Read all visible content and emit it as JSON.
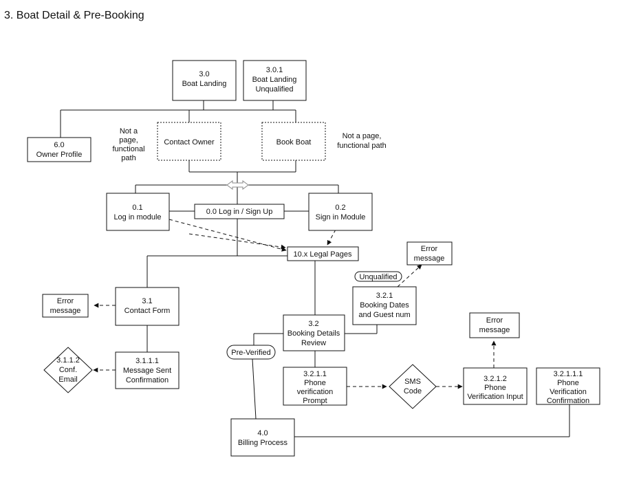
{
  "title": "3. Boat Detail & Pre-Booking",
  "nodes": {
    "n3_0": [
      "3.0",
      "Boat Landing"
    ],
    "n3_0_1": [
      "3.0.1",
      "Boat Landing",
      "Unqualified"
    ],
    "n6_0": [
      "6.0",
      "Owner Profile"
    ],
    "contact_owner": [
      "Contact Owner"
    ],
    "book_boat": [
      "Book Boat"
    ],
    "n0_1": [
      "0.1",
      "Log in module"
    ],
    "n0_0": [
      "0.0 Log in / Sign Up"
    ],
    "n0_2": [
      "0.2",
      "Sign in Module"
    ],
    "n10_x": [
      "10.x Legal Pages"
    ],
    "err1": [
      "Error",
      "message"
    ],
    "n3_2_1": [
      "3.2.1",
      "Booking Dates",
      "and Guest num"
    ],
    "err2": [
      "Error",
      "message"
    ],
    "n3_1": [
      "3.1",
      "Contact Form"
    ],
    "n3_2": [
      "3.2",
      "Booking Details",
      "Review"
    ],
    "err3": [
      "Error",
      "message"
    ],
    "n3_1_1_2": [
      "3.1.1.2",
      "Conf.",
      "Email"
    ],
    "n3_1_1_1": [
      "3.1.1.1",
      "Message Sent",
      "Confirmation"
    ],
    "n3_2_1_1": [
      "3.2.1.1",
      "Phone",
      "verification",
      "Prompt"
    ],
    "sms": [
      "SMS",
      "Code"
    ],
    "n3_2_1_2": [
      "3.2.1.2",
      "Phone",
      "Verification Input"
    ],
    "n3_2_1_1_1": [
      "3.2.1.1.1",
      "Phone",
      "Verification",
      "Confirmation"
    ],
    "n4_0": [
      "4.0",
      "Billing Process"
    ]
  },
  "labels": {
    "unqualified": "Unqualified",
    "preverified": "Pre-Verified",
    "note_left": [
      "Not a",
      "page,",
      "functional",
      "path"
    ],
    "note_right": [
      "Not a page,",
      "functional path"
    ]
  }
}
